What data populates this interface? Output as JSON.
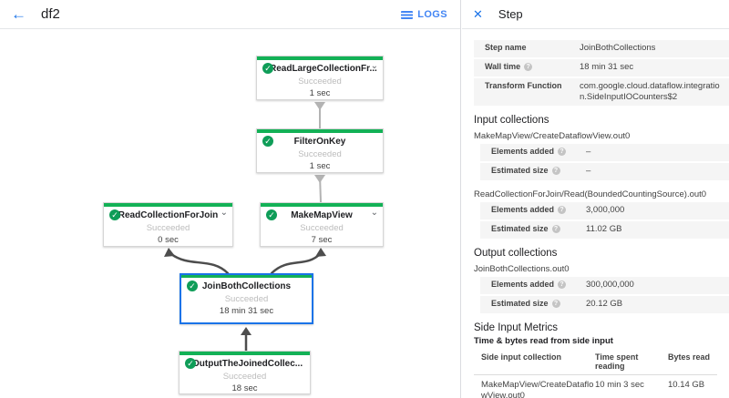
{
  "header": {
    "title": "df2",
    "logs_label": "LOGS"
  },
  "colors": {
    "accent_blue": "#1a73e8",
    "node_green_bar": "#13b156",
    "check_green": "#0f9d58",
    "selected_border": "#1a73e8",
    "row_bg": "#f5f5f5"
  },
  "graph": {
    "nodes": [
      {
        "id": "read-large",
        "title": "ReadLargeCollectionFr...",
        "status": "Succeeded",
        "time": "1 sec",
        "chevron": true
      },
      {
        "id": "filter-on-key",
        "title": "FilterOnKey",
        "status": "Succeeded",
        "time": "1 sec",
        "chevron": false
      },
      {
        "id": "read-collection-for-join",
        "title": "ReadCollectionForJoin",
        "status": "Succeeded",
        "time": "0 sec",
        "chevron": true
      },
      {
        "id": "make-map-view",
        "title": "MakeMapView",
        "status": "Succeeded",
        "time": "7 sec",
        "chevron": true
      },
      {
        "id": "join-both-collections",
        "title": "JoinBothCollections",
        "status": "Succeeded",
        "time": "18 min 31 sec",
        "chevron": false,
        "selected": true
      },
      {
        "id": "output-the-joined",
        "title": "OutputTheJoinedCollec...",
        "status": "Succeeded",
        "time": "18 sec",
        "chevron": false
      }
    ]
  },
  "panel": {
    "title": "Step",
    "details": [
      {
        "label": "Step name",
        "value": "JoinBothCollections"
      },
      {
        "label": "Wall time",
        "value": "18 min 31 sec"
      },
      {
        "label": "Transform Function",
        "value": "com.google.cloud.dataflow.integration.SideInputIOCounters$2"
      }
    ],
    "input_section": {
      "title": "Input collections",
      "groups": [
        {
          "name": "MakeMapView/CreateDataflowView.out0",
          "elements_label": "Elements added",
          "elements": "–",
          "size_label": "Estimated size",
          "size": "–"
        },
        {
          "name": "ReadCollectionForJoin/Read(BoundedCountingSource).out0",
          "elements_label": "Elements added",
          "elements": "3,000,000",
          "size_label": "Estimated size",
          "size": "11.02 GB"
        }
      ]
    },
    "output_section": {
      "title": "Output collections",
      "groups": [
        {
          "name": "JoinBothCollections.out0",
          "elements_label": "Elements added",
          "elements": "300,000,000",
          "size_label": "Estimated size",
          "size": "20.12 GB"
        }
      ]
    },
    "side_input": {
      "title": "Side Input Metrics",
      "subtitle": "Time & bytes read from side input",
      "columns": [
        "Side input collection",
        "Time spent reading",
        "Bytes read"
      ],
      "rows": [
        {
          "collection": "MakeMapView/CreateDataflowView.out0",
          "time": "10 min 3 sec",
          "bytes": "10.14 GB"
        }
      ]
    }
  }
}
